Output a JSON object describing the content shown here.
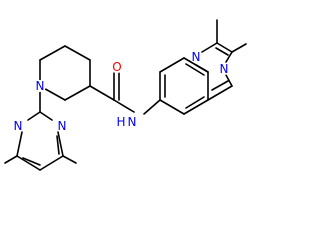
{
  "atoms": {
    "amide_oxygen": {
      "label": "O",
      "color": "#ff0000"
    },
    "amide_nitrogen": {
      "label": "N",
      "color": "#0000ff"
    },
    "amide_hydrogen": {
      "label": "H",
      "color": "#0000ff"
    },
    "piperidine_nitrogen": {
      "label": "N",
      "color": "#0000ff"
    },
    "pyrimidine_n1": {
      "label": "N",
      "color": "#0000ff"
    },
    "pyrimidine_n3": {
      "label": "N",
      "color": "#0000ff"
    },
    "quinoxaline_n1": {
      "label": "N",
      "color": "#0000ff"
    },
    "quinoxaline_n4": {
      "label": "N",
      "color": "#0000ff"
    }
  },
  "colors": {
    "bond": "#000000",
    "background": "#ffffff"
  }
}
